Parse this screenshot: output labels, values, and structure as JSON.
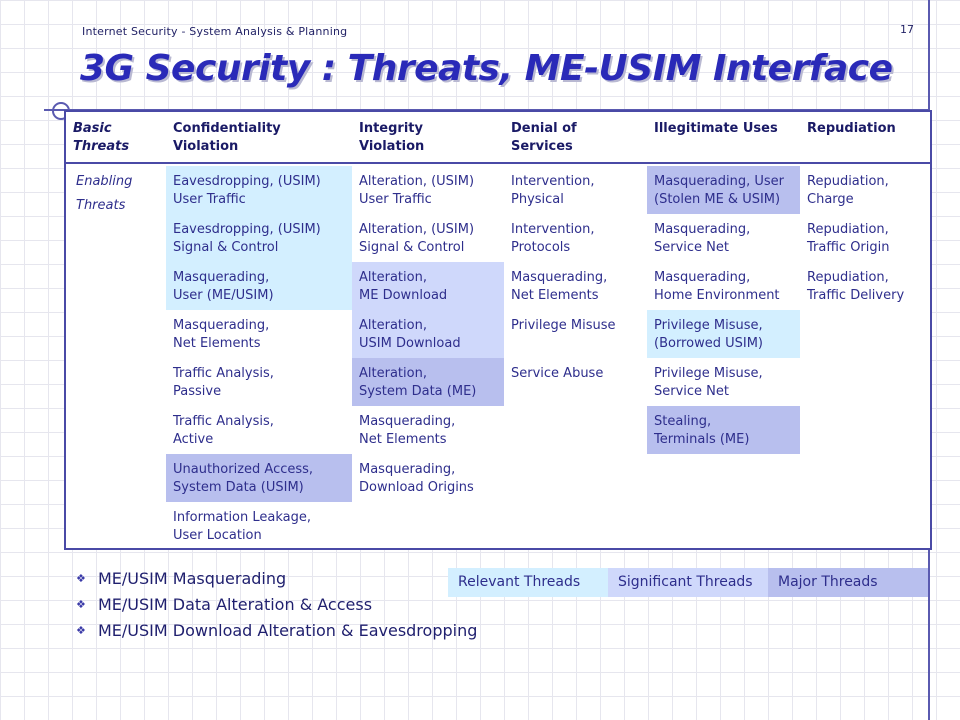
{
  "header": {
    "course": "Internet Security - System Analysis & Planning",
    "page_number": "17",
    "title": "3G Security : Threats, ME-USIM Interface"
  },
  "table": {
    "columns": [
      {
        "line1": "Basic",
        "line2": "Threats"
      },
      {
        "line1": "Confidentiality",
        "line2": "Violation"
      },
      {
        "line1": "Integrity",
        "line2": "Violation"
      },
      {
        "line1": "Denial of",
        "line2": "Services"
      },
      {
        "line1": "Illegitimate Uses",
        "line2": ""
      },
      {
        "line1": "Repudiation",
        "line2": ""
      }
    ],
    "row_label": {
      "line1": "Enabling",
      "line2": "Threats"
    },
    "cells": {
      "confidentiality": [
        {
          "l1": "Eavesdropping, (USIM)",
          "l2": "User Traffic",
          "level": "relevant"
        },
        {
          "l1": "Eavesdropping, (USIM)",
          "l2": "Signal & Control",
          "level": "relevant"
        },
        {
          "l1": "Masquerading,",
          "l2": "User (ME/USIM)",
          "level": "relevant"
        },
        {
          "l1": "Masquerading,",
          "l2": "Net Elements",
          "level": "none"
        },
        {
          "l1": "Traffic Analysis,",
          "l2": "Passive",
          "level": "none"
        },
        {
          "l1": "Traffic Analysis,",
          "l2": "Active",
          "level": "none"
        },
        {
          "l1": "Unauthorized Access,",
          "l2": "System Data (USIM)",
          "level": "major"
        },
        {
          "l1": "Information Leakage,",
          "l2": "User Location",
          "level": "none"
        }
      ],
      "integrity": [
        {
          "l1": "Alteration, (USIM)",
          "l2": "User Traffic",
          "level": "none"
        },
        {
          "l1": "Alteration, (USIM)",
          "l2": "Signal & Control",
          "level": "none"
        },
        {
          "l1": "Alteration,",
          "l2": "ME Download",
          "level": "significant"
        },
        {
          "l1": "Alteration,",
          "l2": "USIM Download",
          "level": "significant"
        },
        {
          "l1": "Alteration,",
          "l2": "System Data (ME)",
          "level": "major"
        },
        {
          "l1": "Masquerading,",
          "l2": "Net Elements",
          "level": "none"
        },
        {
          "l1": "Masquerading,",
          "l2": "Download Origins",
          "level": "none"
        }
      ],
      "denial": [
        {
          "l1": "Intervention,",
          "l2": "Physical",
          "level": "none"
        },
        {
          "l1": "Intervention,",
          "l2": "Protocols",
          "level": "none"
        },
        {
          "l1": "Masquerading,",
          "l2": "Net Elements",
          "level": "none"
        },
        {
          "l1": "Privilege Misuse",
          "l2": "",
          "level": "none"
        },
        {
          "l1": "Service Abuse",
          "l2": "",
          "level": "none"
        }
      ],
      "illegitimate": [
        {
          "l1": "Masquerading, User",
          "l2": "(Stolen ME & USIM)",
          "level": "major"
        },
        {
          "l1": "Masquerading,",
          "l2": "Service Net",
          "level": "none"
        },
        {
          "l1": "Masquerading,",
          "l2": "Home Environment",
          "level": "none"
        },
        {
          "l1": "Privilege Misuse,",
          "l2": "(Borrowed USIM)",
          "level": "relevant"
        },
        {
          "l1": "Privilege Misuse,",
          "l2": "Service Net",
          "level": "none"
        },
        {
          "l1": "Stealing,",
          "l2": "Terminals (ME)",
          "level": "major"
        }
      ],
      "repudiation": [
        {
          "l1": "Repudiation,",
          "l2": "Charge",
          "level": "none"
        },
        {
          "l1": "Repudiation,",
          "l2": "Traffic Origin",
          "level": "none"
        },
        {
          "l1": "Repudiation,",
          "l2": "Traffic Delivery",
          "level": "none"
        }
      ]
    }
  },
  "legend": [
    {
      "label": "Relevant Threads",
      "color": "#d3efff"
    },
    {
      "label": "Significant Threads",
      "color": "#cfd8fb"
    },
    {
      "label": "Major Threads",
      "color": "#b8bfee"
    }
  ],
  "bullets": [
    "ME/USIM Masquerading",
    "ME/USIM Data Alteration & Access",
    "ME/USIM Download Alteration & Eavesdropping"
  ],
  "colors": {
    "title": "#2a2ab8",
    "border": "#4a4aa6",
    "relevant": "#d3efff",
    "significant": "#cfd8fb",
    "major": "#b8bfee"
  }
}
